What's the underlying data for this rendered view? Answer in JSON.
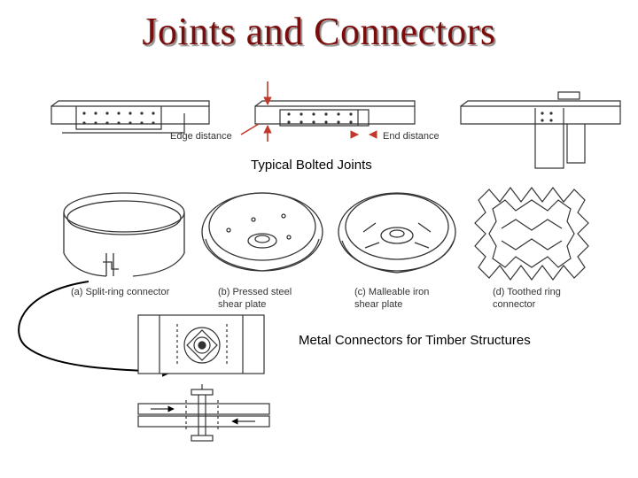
{
  "title": "Joints and Connectors",
  "bolted": {
    "caption": "Typical Bolted Joints",
    "edge_label": "Edge distance",
    "end_label": "End distance"
  },
  "connectors": {
    "caption": "Metal Connectors for Timber Structures",
    "items": [
      {
        "label_line1": "(a) Split-ring connector",
        "label_line2": ""
      },
      {
        "label_line1": "(b) Pressed steel",
        "label_line2": "shear plate"
      },
      {
        "label_line1": "(c) Malleable iron",
        "label_line2": "shear plate"
      },
      {
        "label_line1": "(d) Toothed ring",
        "label_line2": "connector"
      }
    ]
  },
  "colors": {
    "title": "#7a0c0c",
    "arrow": "#c0392b",
    "line": "#333333"
  }
}
